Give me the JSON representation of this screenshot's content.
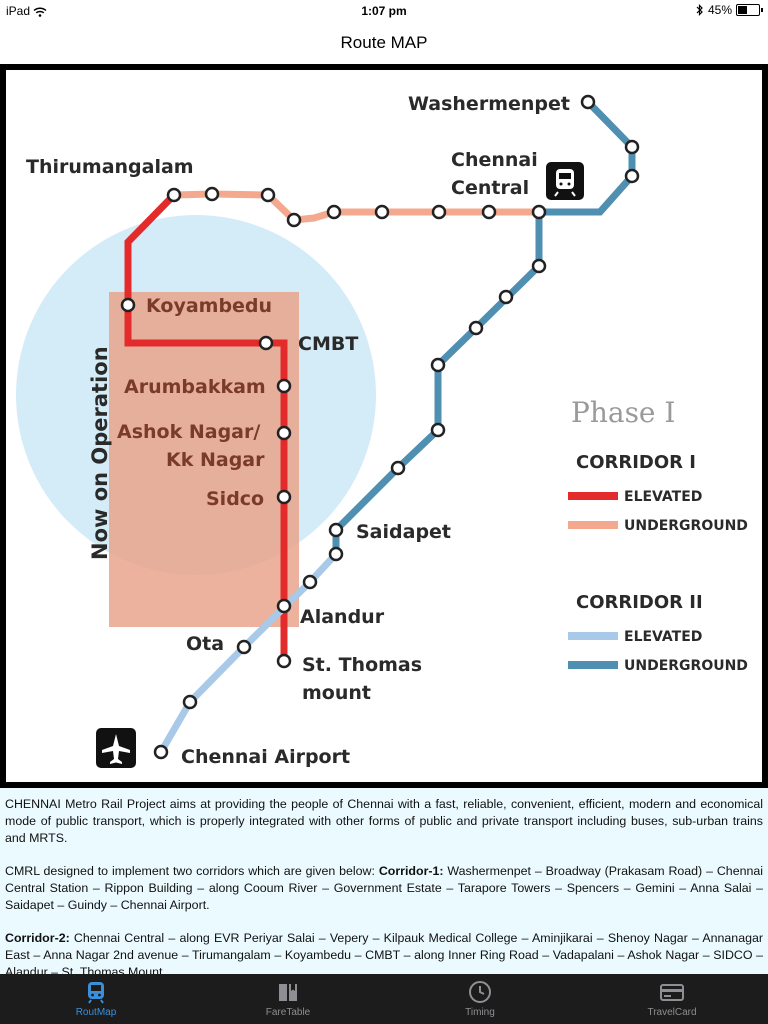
{
  "status": {
    "device": "iPad",
    "time": "1:07 pm",
    "battery": "45%",
    "battery_level": 0.45
  },
  "nav": {
    "title": "Route MAP"
  },
  "map": {
    "stations": {
      "washermenpet": "Washermenpet",
      "chennai_central": "Chennai\nCentral",
      "thirumangalam": "Thirumangalam",
      "koyambedu": "Koyambedu",
      "cmbt": "CMBT",
      "arumbakkam": "Arumbakkam",
      "ashok_nagar_1": "Ashok Nagar/",
      "ashok_nagar_2": "Kk Nagar",
      "sidco": "Sidco",
      "saidapet": "Saidapet",
      "alandur": "Alandur",
      "ota": "Ota",
      "st_thomas_1": "St. Thomas",
      "st_thomas_2": "mount",
      "chennai_airport": "Chennai Airport"
    },
    "operation_label": "Now on Operation",
    "legend": {
      "phase": "Phase I",
      "corridor1": "CORRIDOR I",
      "corridor2": "CORRIDOR II",
      "elevated": "ELEVATED",
      "underground": "UNDERGROUND"
    },
    "colors": {
      "c1_elevated": "#e32b2b",
      "c1_underground": "#f4a98e",
      "c2_elevated": "#a9c9e8",
      "c2_underground": "#4f8fb2",
      "operation_circle": "#d4ecf7",
      "operation_box": "#e9a48c"
    }
  },
  "description": {
    "p1": "CHENNAI Metro Rail Project aims at providing the people of Chennai with a fast, reliable, convenient, efficient, modern and economical mode of public transport, which is properly integrated with other forms of public and private transport including buses, sub-urban trains and MRTS.",
    "p2_intro": "CMRL designed to implement two corridors which are given below: ",
    "p2_bold": "Corridor-1:",
    "p2_text": " Washermenpet – Broadway (Prakasam Road) – Chennai Central Station – Rippon Building – along Cooum River – Government Estate – Tarapore Towers – Spencers – Gemini – Anna Salai – Saidapet – Guindy – Chennai Airport.",
    "p3_bold": "Corridor-2:",
    "p3_text": " Chennai Central – along EVR Periyar Salai – Vepery – Kilpauk Medical College – Aminjikarai – Shenoy Nagar – Annanagar East – Anna Nagar 2nd avenue – Tirumangalam – Koyambedu – CMBT – along Inner Ring Road – Vadapalani – Ashok Nagar – SIDCO – Alandur – St. Thomas Mount."
  },
  "tabs": [
    {
      "label": "RoutMap",
      "icon": "train-icon",
      "active": true
    },
    {
      "label": "FareTable",
      "icon": "book-icon",
      "active": false
    },
    {
      "label": "Timing",
      "icon": "clock-icon",
      "active": false
    },
    {
      "label": "TravelCard",
      "icon": "card-icon",
      "active": false
    }
  ]
}
